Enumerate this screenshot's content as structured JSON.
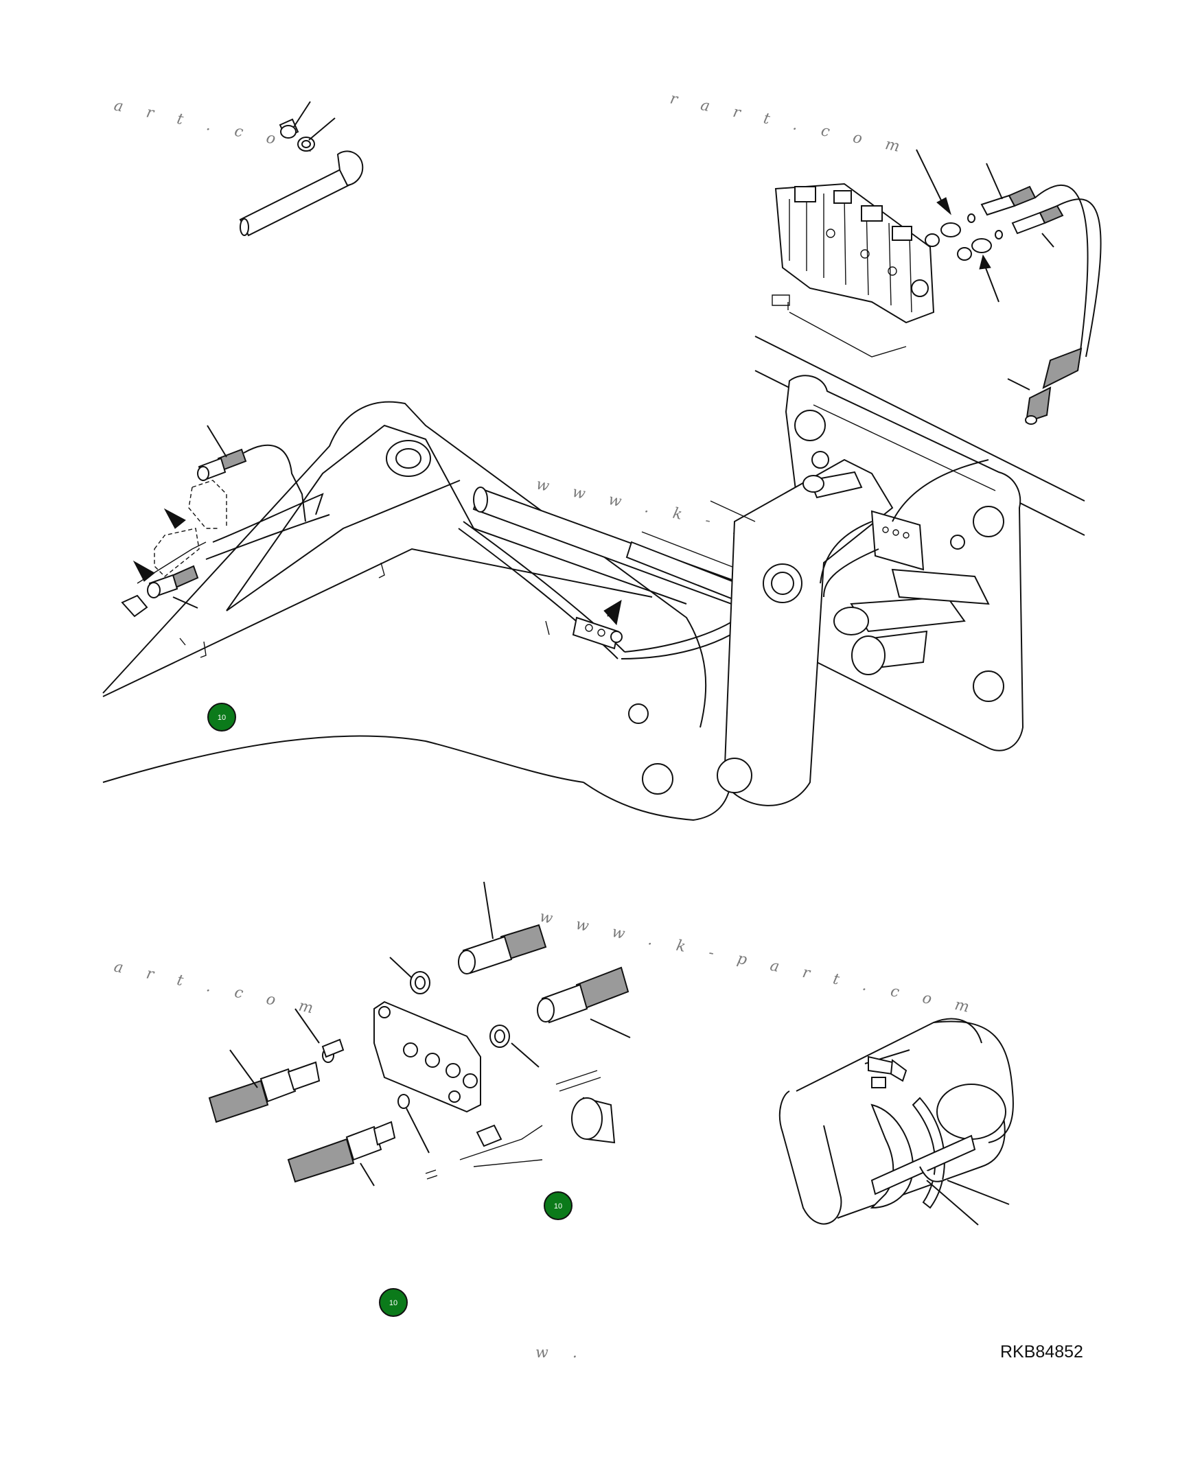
{
  "watermarks": {
    "w1": "a r t . c o m",
    "w2": "r a r t . c o m",
    "w3": "w w w . k - p a r",
    "w4": "a r t . c o m",
    "w5": "w w w . k - p a r t . c o m",
    "w6": "w ."
  },
  "badges": {
    "label": "10",
    "color": "#0b7a1a"
  },
  "reference_code": "RKB84852"
}
